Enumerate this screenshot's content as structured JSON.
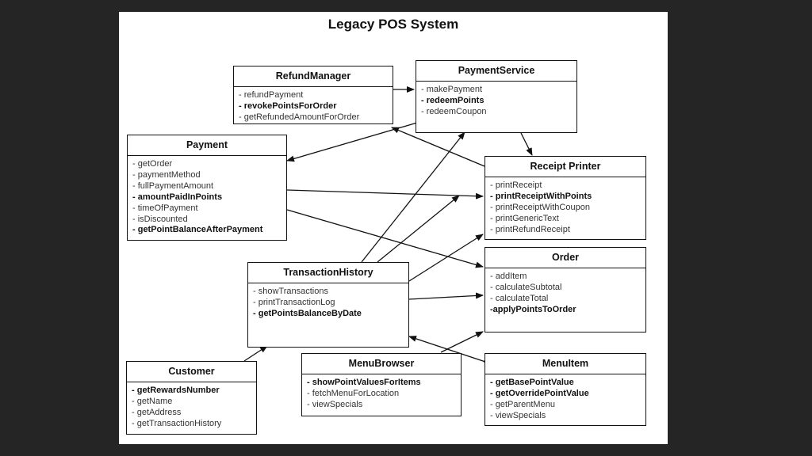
{
  "title": "Legacy POS System",
  "classes": {
    "refund_manager": {
      "name": "RefundManager",
      "methods": [
        {
          "text": "- refundPayment",
          "bold": false
        },
        {
          "text": "- revokePointsForOrder",
          "bold": true
        },
        {
          "text": "- getRefundedAmountForOrder",
          "bold": false
        }
      ]
    },
    "payment_service": {
      "name": "PaymentService",
      "methods": [
        {
          "text": "- makePayment",
          "bold": false
        },
        {
          "text": "- redeemPoints",
          "bold": true
        },
        {
          "text": "- redeemCoupon",
          "bold": false
        }
      ]
    },
    "payment": {
      "name": "Payment",
      "methods": [
        {
          "text": "- getOrder",
          "bold": false
        },
        {
          "text": "- paymentMethod",
          "bold": false
        },
        {
          "text": "- fullPaymentAmount",
          "bold": false
        },
        {
          "text": "- amountPaidInPoints",
          "bold": true
        },
        {
          "text": "- timeOfPayment",
          "bold": false
        },
        {
          "text": "- isDiscounted",
          "bold": false
        },
        {
          "text": "- getPointBalanceAfterPayment",
          "bold": true
        }
      ]
    },
    "receipt_printer": {
      "name": "Receipt Printer",
      "methods": [
        {
          "text": "- printReceipt",
          "bold": false
        },
        {
          "text": "- printReceiptWithPoints",
          "bold": true
        },
        {
          "text": "- printReceiptWithCoupon",
          "bold": false
        },
        {
          "text": "- printGenericText",
          "bold": false
        },
        {
          "text": "- printRefundReceipt",
          "bold": false
        }
      ]
    },
    "order": {
      "name": "Order",
      "methods": [
        {
          "text": "- addItem",
          "bold": false
        },
        {
          "text": "- calculateSubtotal",
          "bold": false
        },
        {
          "text": "- calculateTotal",
          "bold": false
        },
        {
          "text": "-applyPointsToOrder",
          "bold": true
        }
      ]
    },
    "transaction_history": {
      "name": "TransactionHistory",
      "methods": [
        {
          "text": "- showTransactions",
          "bold": false
        },
        {
          "text": "- printTransactionLog",
          "bold": false
        },
        {
          "text": "- getPointsBalanceByDate",
          "bold": true
        }
      ]
    },
    "customer": {
      "name": "Customer",
      "methods": [
        {
          "text": "- getRewardsNumber",
          "bold": true
        },
        {
          "text": "- getName",
          "bold": false
        },
        {
          "text": "- getAddress",
          "bold": false
        },
        {
          "text": "- getTransactionHistory",
          "bold": false
        }
      ]
    },
    "menu_browser": {
      "name": "MenuBrowser",
      "methods": [
        {
          "text": "- showPointValuesForItems",
          "bold": true
        },
        {
          "text": "- fetchMenuForLocation",
          "bold": false
        },
        {
          "text": "- viewSpecials",
          "bold": false
        }
      ]
    },
    "menu_item": {
      "name": "MenuItem",
      "methods": [
        {
          "text": "- getBasePointValue",
          "bold": true
        },
        {
          "text": "- getOverridePointValue",
          "bold": true
        },
        {
          "text": "- getParentMenu",
          "bold": false
        },
        {
          "text": "- viewSpecials",
          "bold": false
        }
      ]
    }
  }
}
